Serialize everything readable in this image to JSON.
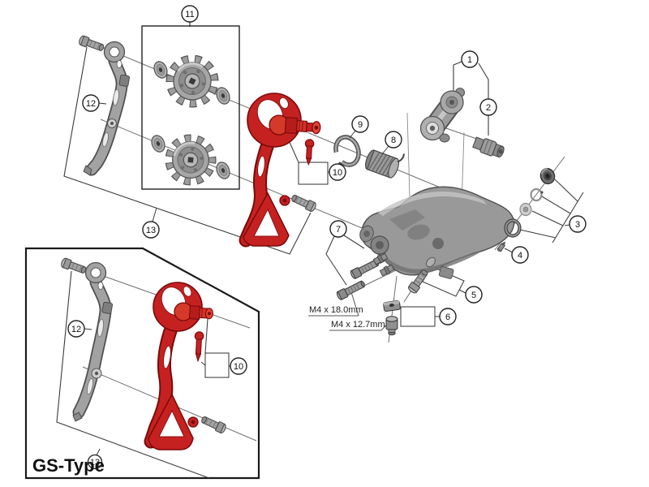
{
  "diagram_type": "exploded-parts-diagram",
  "callouts": {
    "c1": "1",
    "c2": "2",
    "c3": "3",
    "c4": "4",
    "c5": "5",
    "c6": "6",
    "c7": "7",
    "c8": "8",
    "c9": "9",
    "c10": "10",
    "c11": "11",
    "c12": "12",
    "c13": "13"
  },
  "inset": {
    "label": "GS-Type"
  },
  "dimensions": {
    "long_bolt": "M4 x 18.0mm",
    "short_bolt": "M4 x 12.7mm"
  },
  "colors": {
    "highlight_red": "#c62121",
    "part_gray": "#9a9a9a",
    "outline": "#3a3a3a",
    "background": "#ffffff"
  }
}
